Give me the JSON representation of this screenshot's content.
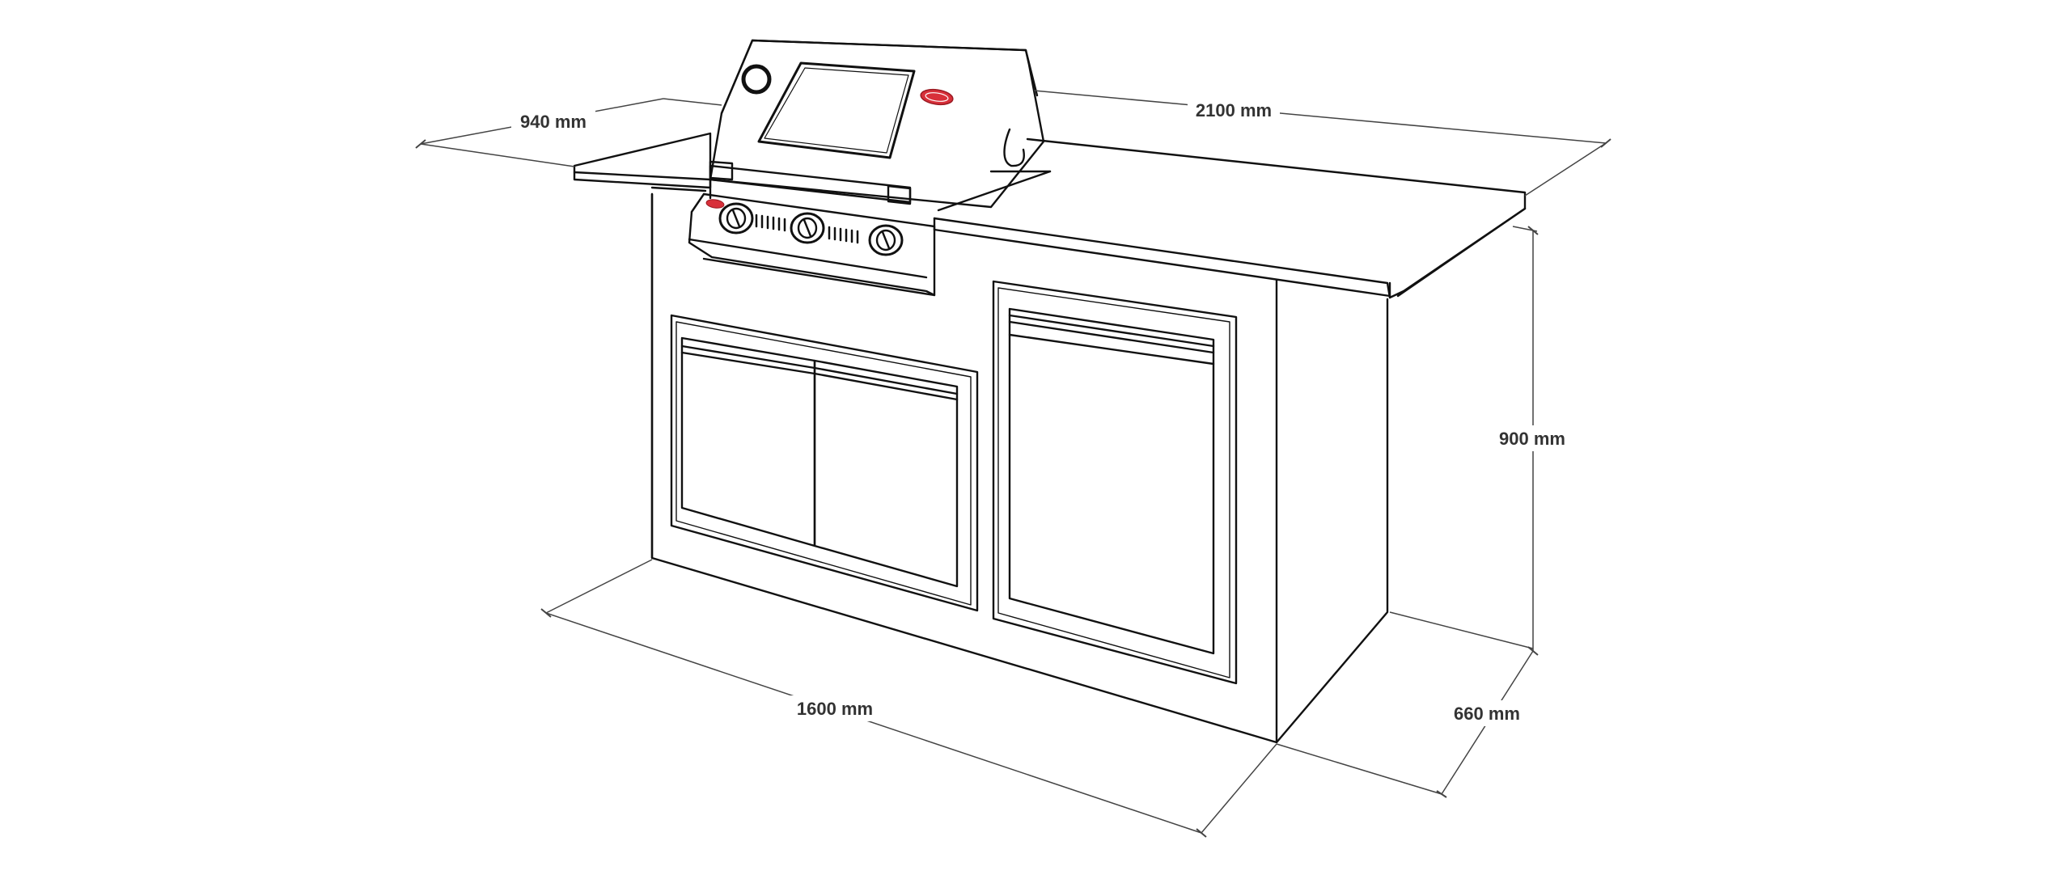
{
  "dimensions": {
    "depth_with_shelf": "940 mm",
    "total_width": "2100 mm",
    "height": "900 mm",
    "cabinet_depth": "660 mm",
    "cabinet_width": "1600 mm"
  },
  "colors": {
    "line": "#111111",
    "dim_line": "#444444",
    "label": "#333333",
    "logo": "#d8303a"
  }
}
